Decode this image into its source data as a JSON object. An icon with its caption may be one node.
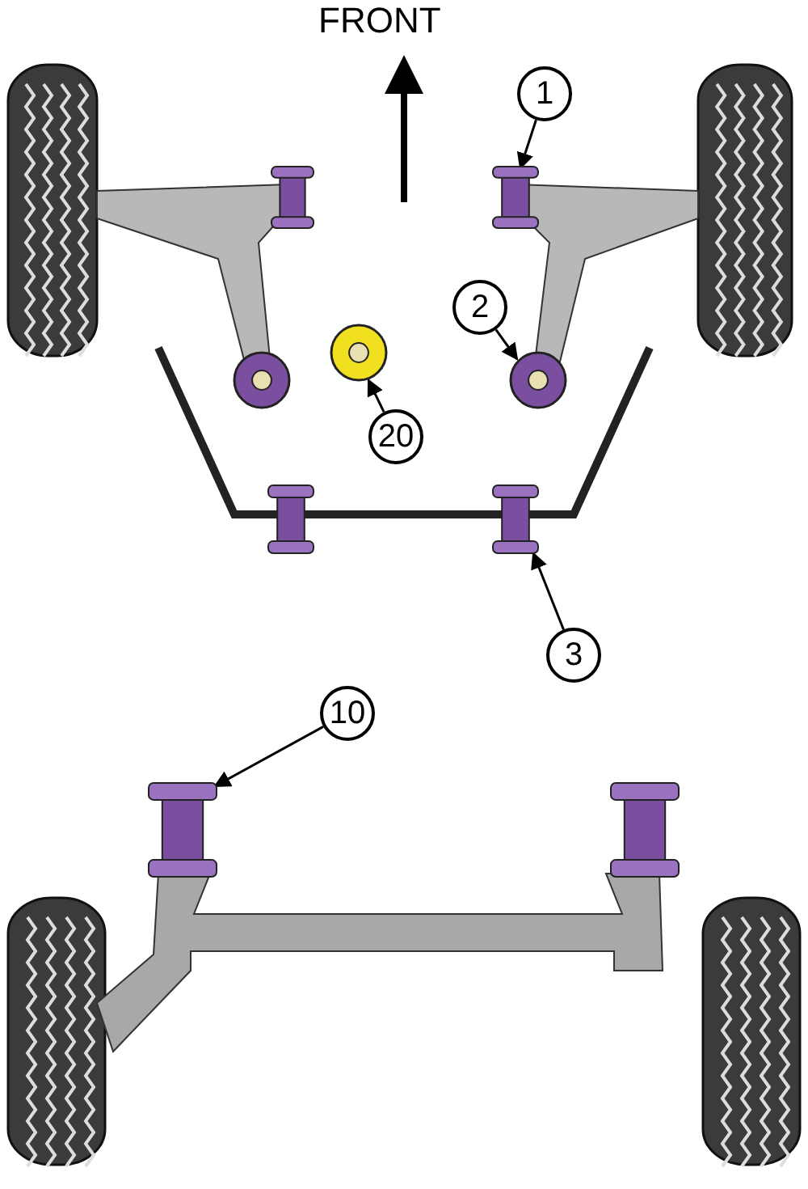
{
  "diagram": {
    "nodes": [
      {
        "text": [
          "1"
        ]
      },
      {
        "text": [],
        "shape": "cylinder"
      },
      {
        "text": [
          "2"
        ]
      },
      {
        "text": [],
        "shape": "circle"
      },
      {
        "text": [
          "20"
        ]
      },
      {
        "text": [],
        "shape": "circle"
      },
      {
        "text": [
          "3"
        ]
      },
      {
        "text": [],
        "shape": "cylinder"
      },
      {
        "text": [
          "10"
        ]
      },
      {
        "text": [],
        "shape": "cylinder"
      }
    ],
    "edges": [
      {
        "from": 0,
        "to": 1,
        "arrow": "to"
      },
      {
        "from": 2,
        "to": 3,
        "arrow": "to"
      },
      {
        "from": 4,
        "to": 5,
        "arrow": "to"
      },
      {
        "from": 6,
        "to": 7,
        "arrow": "to"
      },
      {
        "from": 8,
        "to": 9,
        "arrow": "to"
      }
    ],
    "labels": [
      "FRONT"
    ]
  }
}
